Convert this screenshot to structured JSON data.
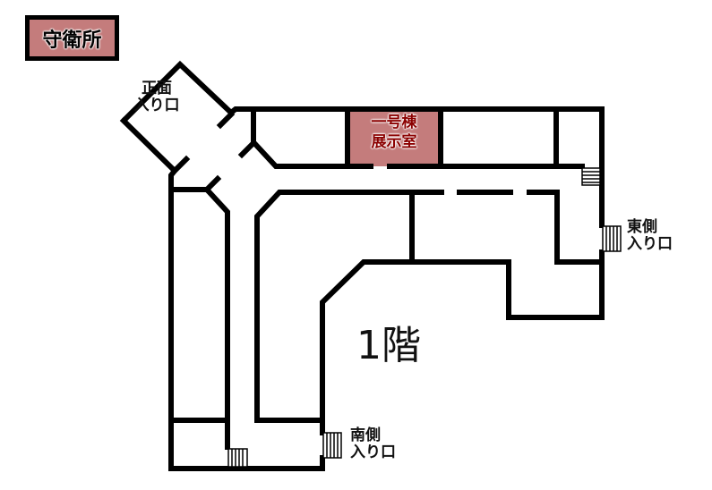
{
  "guardhouse": {
    "label": "守衛所"
  },
  "entrances": {
    "front": {
      "line1": "正面",
      "line2": "入り口"
    },
    "east": {
      "line1": "東側",
      "line2": "入り口"
    },
    "south": {
      "line1": "南側",
      "line2": "入り口"
    }
  },
  "highlight_room": {
    "line1": "一号棟",
    "line2": "展示室"
  },
  "floor_label": "1階",
  "colors": {
    "highlight": "#c47c7c",
    "highlight_text": "#8b0000",
    "wall": "#000000"
  }
}
